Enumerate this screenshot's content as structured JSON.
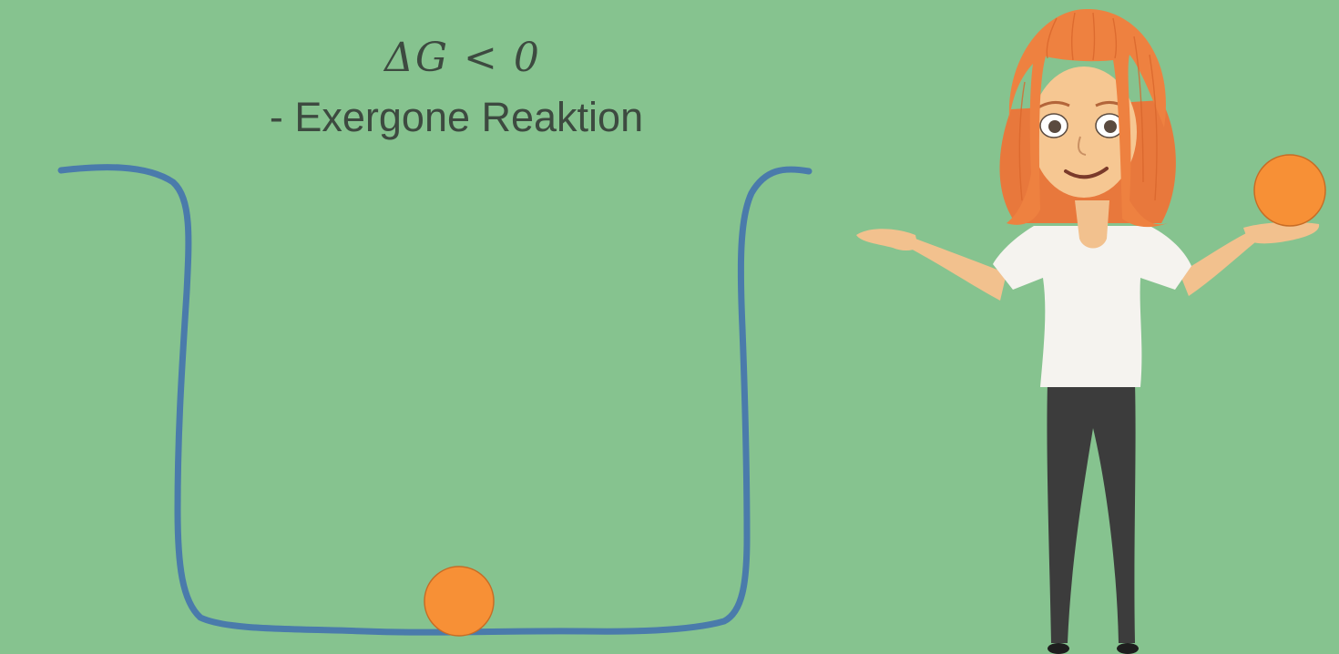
{
  "slide": {
    "formula": "ΔG < 0",
    "subtitle": "- Exergone Reaktion"
  },
  "colors": {
    "background": "#86c38f",
    "curve": "#4a7bab",
    "ball": "#f79036",
    "text": "#3d4a40"
  },
  "illustration": {
    "curve_icon": "energy-well-curve",
    "ball_icon": "ball-icon",
    "character_icon": "presenter-woman-icon"
  }
}
